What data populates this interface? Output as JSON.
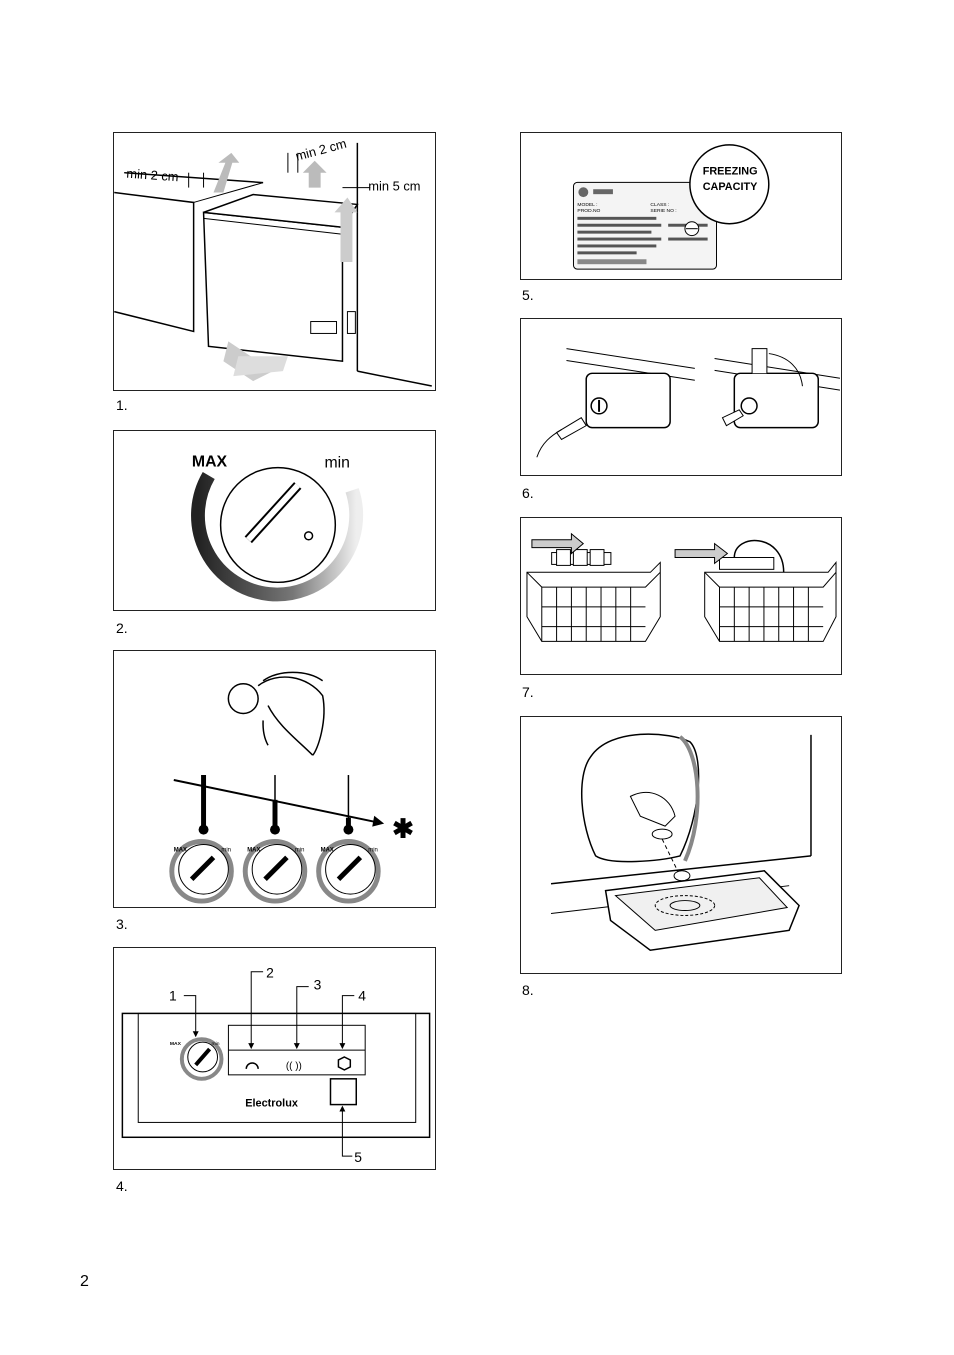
{
  "page_number": "2",
  "figures": {
    "f1": {
      "caption": "1.",
      "labels": {
        "left_gap": "min 2 cm",
        "top_gap": "min 2 cm",
        "right_gap": "min 5 cm"
      }
    },
    "f2": {
      "caption": "2.",
      "labels": {
        "max": "MAX",
        "min": "min"
      }
    },
    "f3": {
      "caption": "3.",
      "labels": {
        "max": "MAX",
        "min": "min"
      }
    },
    "f4": {
      "caption": "4.",
      "labels": {
        "c1": "1",
        "c2": "2",
        "c3": "3",
        "c4": "4",
        "c5": "5",
        "brand": "Electrolux",
        "max": "MAX",
        "min": "min"
      }
    },
    "f5": {
      "caption": "5.",
      "labels": {
        "freezing": "FREEZING",
        "capacity": "CAPACITY",
        "model": "MODEL :",
        "prod": "PROD.NO",
        "class": "CLASS :",
        "serie": "SERIE NO :"
      }
    },
    "f6": {
      "caption": "6."
    },
    "f7": {
      "caption": "7."
    },
    "f8": {
      "caption": "8."
    }
  },
  "icons": [
    "freezer-installation-illustration",
    "thermostat-knob-icon",
    "temperature-adjust-illustration",
    "control-panel-illustration",
    "rating-plate-illustration",
    "lock-key-illustration",
    "basket-illustration",
    "defrost-drain-illustration"
  ]
}
